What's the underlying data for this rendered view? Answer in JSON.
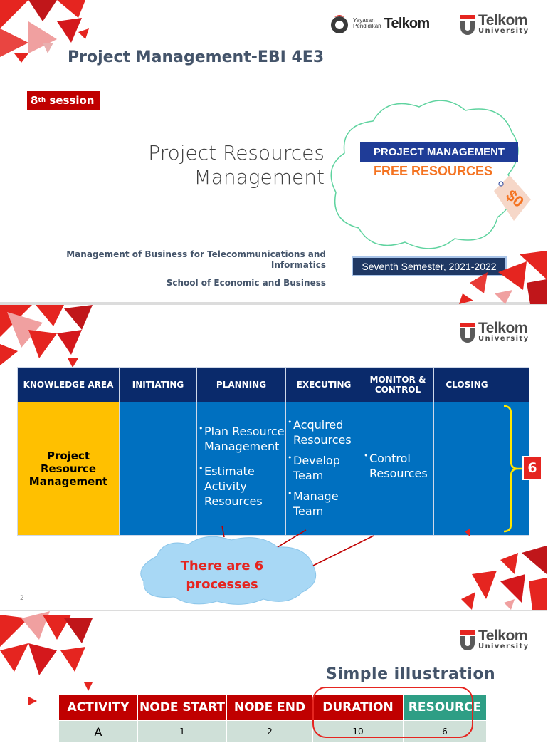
{
  "slide1": {
    "title": "Project Management-EBI 4E3",
    "session_num": "8",
    "session_sup": "th",
    "session_text": "session",
    "main_title_line1": "Project Resources",
    "main_title_line2": "Management",
    "subtitle1": "Management of Business for Telecommunications and Informatics",
    "subtitle2": "School of Economic and Business",
    "semester": "Seventh Semester, 2021-2022",
    "image_pm": "PROJECT MANAGEMENT",
    "image_free": "FREE RESOURCES",
    "image_tag": "$0",
    "logo_yp_line1": "Yayasan",
    "logo_yp_line2": "Pendidikan",
    "logo_yp_brand": "Telkom"
  },
  "logo_tu": {
    "line1": "Telkom",
    "line2": "University"
  },
  "slide2": {
    "headers": [
      "KNOWLEDGE AREA",
      "INITIATING",
      "PLANNING",
      "EXECUTING",
      "MONITOR & CONTROL",
      "CLOSING"
    ],
    "knowledge_area": "Project Resource Management",
    "planning": [
      "Plan Resource Management",
      "Estimate Activity Resources"
    ],
    "executing": [
      "Acquired Resources",
      "Develop Team",
      "Manage Team"
    ],
    "monitor": [
      "Control Resources"
    ],
    "count": "6",
    "callout": "There are 6 processes",
    "slide_number": "2"
  },
  "slide3": {
    "title": "Simple illustration",
    "headers": [
      "ACTIVITY",
      "NODE START",
      "NODE END",
      "DURATION",
      "RESOURCE"
    ],
    "row1": [
      "A",
      "1",
      "2",
      "10",
      "6"
    ]
  },
  "colors": {
    "telkom_red": "#e52520",
    "navy": "#0a2a6b",
    "blue": "#0070c0",
    "gold": "#ffc000",
    "teal": "#2e9e85"
  }
}
